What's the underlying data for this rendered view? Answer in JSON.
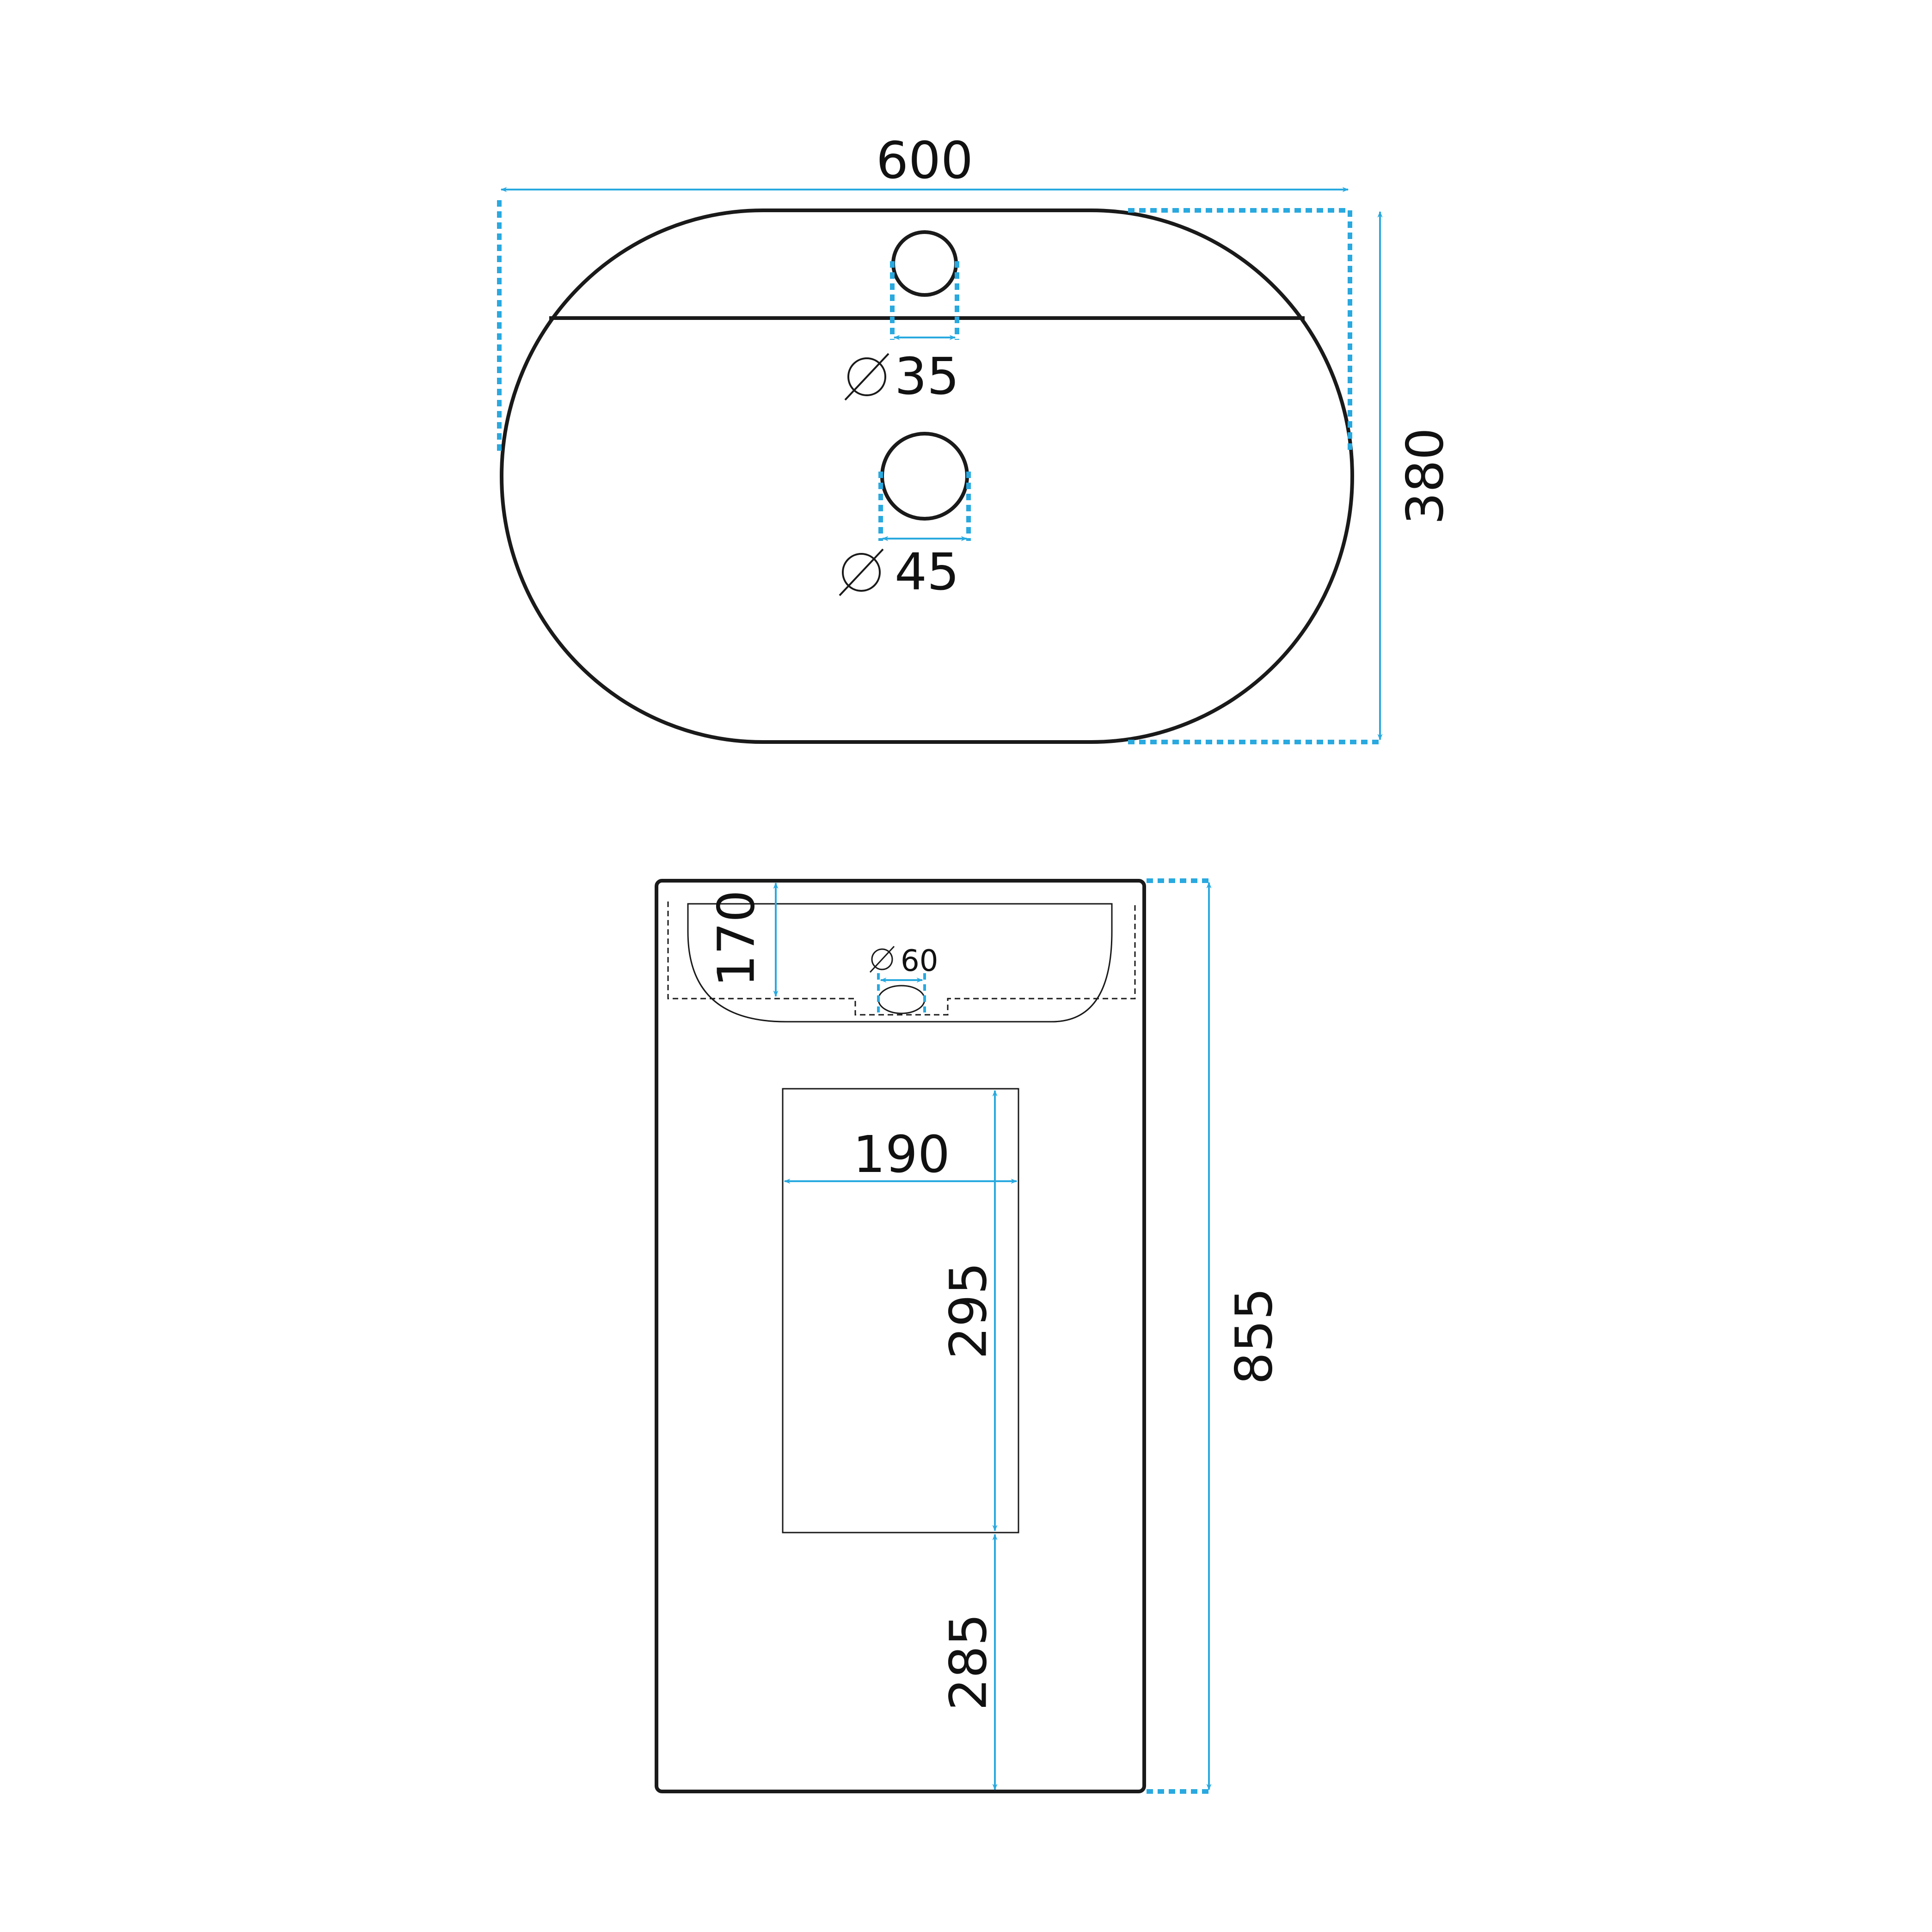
{
  "colors": {
    "outline": "#1a1a1a",
    "dimension": "#29a9df",
    "background": "#ffffff"
  },
  "top_view": {
    "width_label": "600",
    "depth_label": "380",
    "tap_hole_label": "35",
    "drain_hole_label": "45"
  },
  "front_view": {
    "height_label": "855",
    "basin_depth_label": "170",
    "drain_label": "60",
    "panel_width_label": "190",
    "panel_height_label": "295",
    "panel_bottom_label": "285"
  },
  "icons": {
    "diameter": "diameter-symbol-icon"
  }
}
